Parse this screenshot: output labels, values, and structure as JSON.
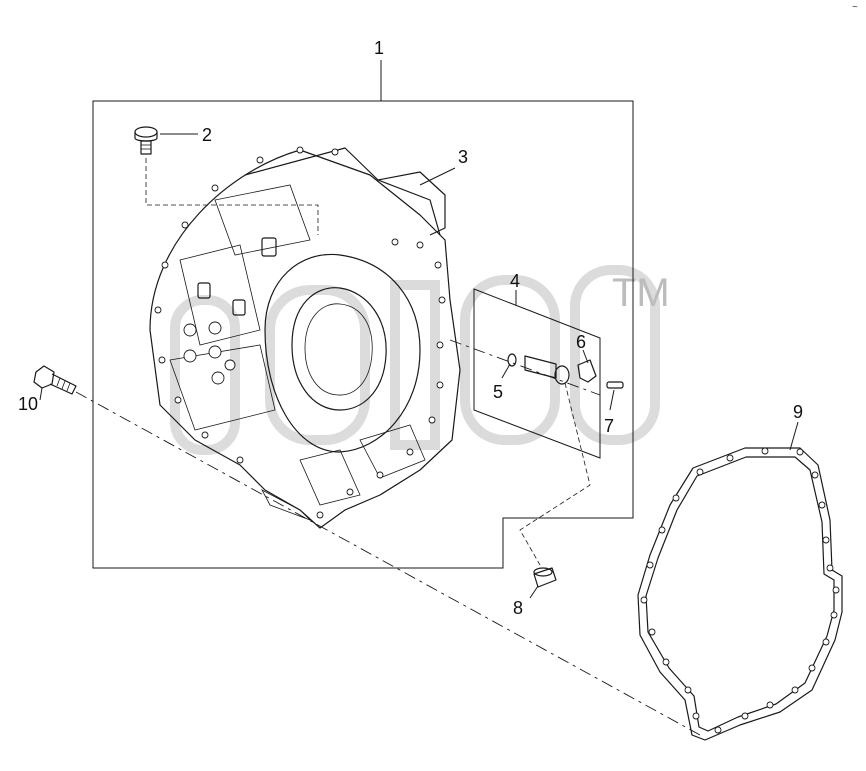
{
  "callouts": {
    "c1": "1",
    "c2": "2",
    "c3": "3",
    "c4": "4",
    "c5": "5",
    "c6": "6",
    "c7": "7",
    "c8": "8",
    "c9": "9",
    "c10": "10"
  },
  "watermark": {
    "trademark": "TM"
  },
  "corner_mark": "~"
}
